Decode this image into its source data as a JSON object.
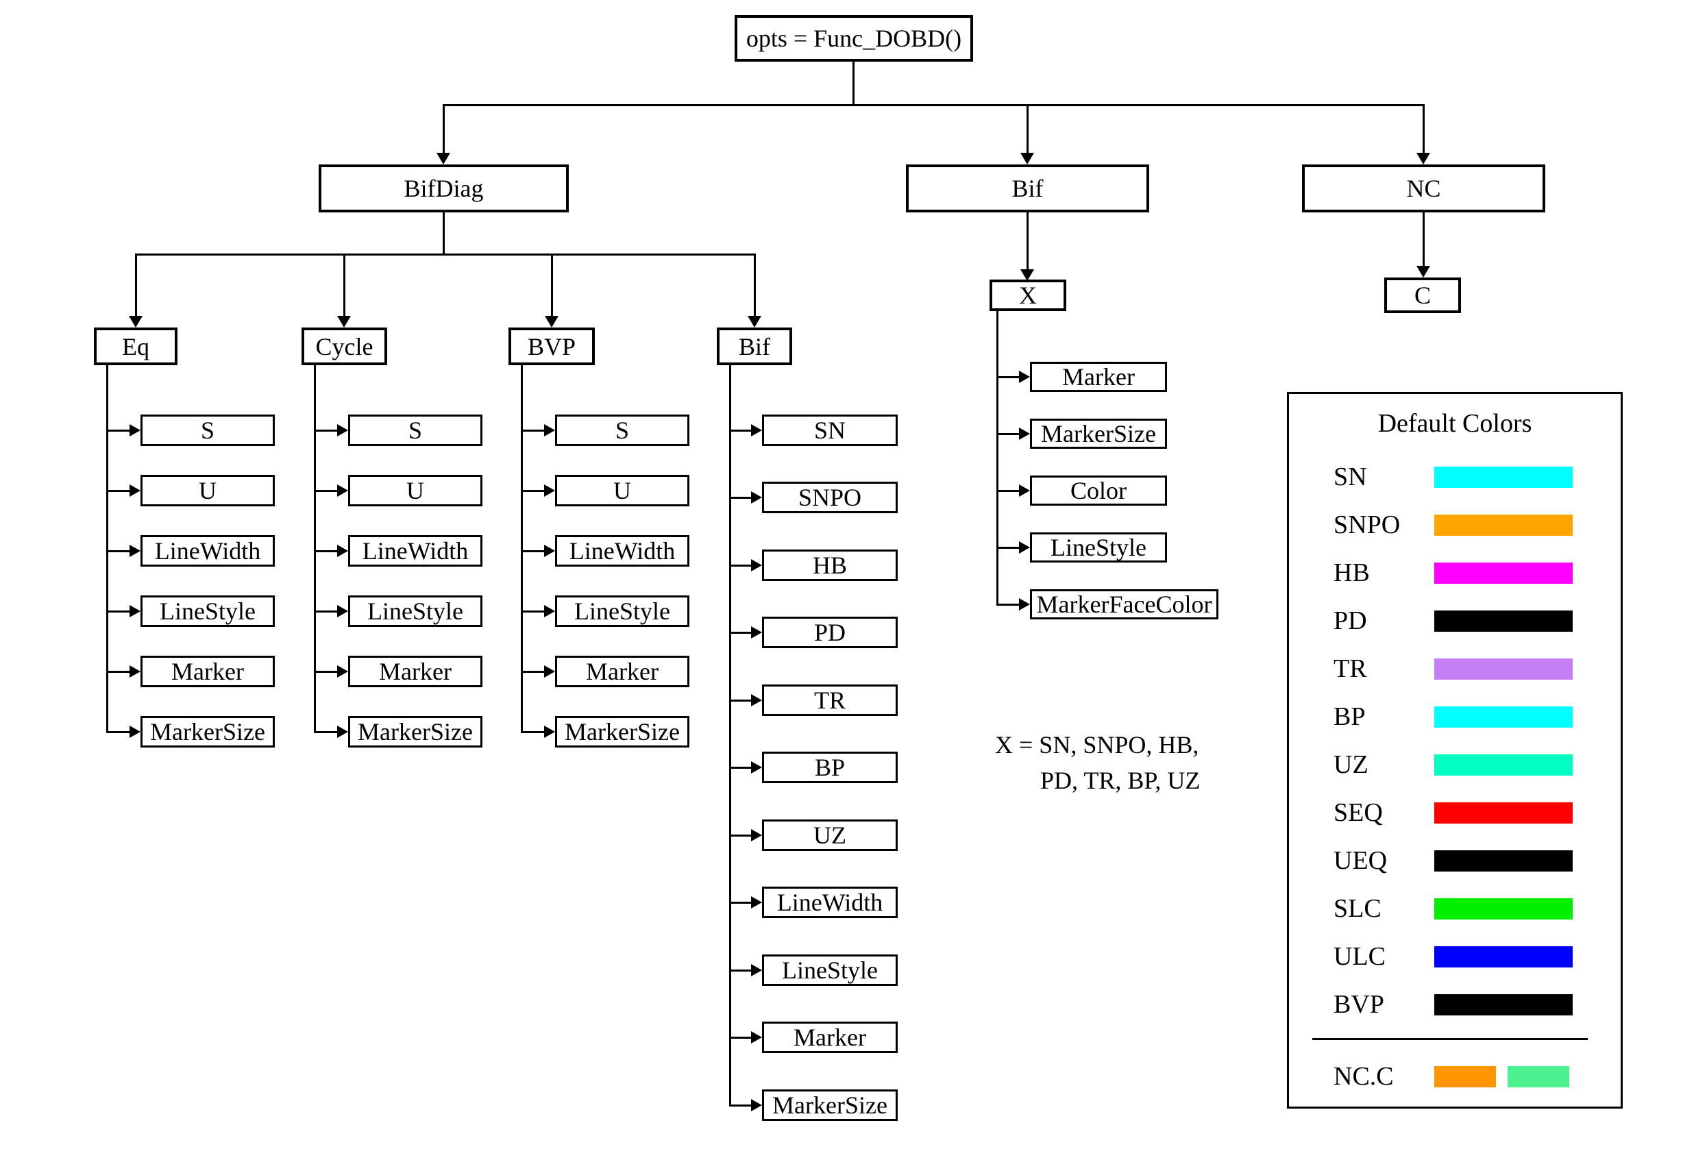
{
  "root_label": "opts = Func_DOBD()",
  "tree": {
    "level2": [
      {
        "label": "BifDiag"
      },
      {
        "label": "Bif"
      },
      {
        "label": "NC"
      }
    ],
    "columns": [
      {
        "header": "Eq",
        "items": [
          "S",
          "U",
          "LineWidth",
          "LineStyle",
          "Marker",
          "MarkerSize"
        ]
      },
      {
        "header": "Cycle",
        "items": [
          "S",
          "U",
          "LineWidth",
          "LineStyle",
          "Marker",
          "MarkerSize"
        ]
      },
      {
        "header": "BVP",
        "items": [
          "S",
          "U",
          "LineWidth",
          "LineStyle",
          "Marker",
          "MarkerSize"
        ]
      },
      {
        "header": "Bif",
        "items": [
          "SN",
          "SNPO",
          "HB",
          "PD",
          "TR",
          "BP",
          "UZ",
          "LineWidth",
          "LineStyle",
          "Marker",
          "MarkerSize"
        ]
      }
    ],
    "x_branch": {
      "header": "X",
      "items": [
        "Marker",
        "MarkerSize",
        "Color",
        "LineStyle",
        "MarkerFaceColor"
      ]
    },
    "nc_branch": {
      "header": "C"
    },
    "note": {
      "line1": "X = SN, SNPO, HB,",
      "line2": "PD, TR, BP, UZ"
    }
  },
  "legend": {
    "title": "Default Colors",
    "rows": [
      {
        "label": "SN",
        "color": "#00FFFF"
      },
      {
        "label": "SNPO",
        "color": "#FFA500"
      },
      {
        "label": "HB",
        "color": "#FF00FF"
      },
      {
        "label": "PD",
        "color": "#000000"
      },
      {
        "label": "TR",
        "color": "#C680F5"
      },
      {
        "label": "BP",
        "color": "#00FFFF"
      },
      {
        "label": "UZ",
        "color": "#00FFC0"
      },
      {
        "label": "SEQ",
        "color": "#FF0000"
      },
      {
        "label": "UEQ",
        "color": "#000000"
      },
      {
        "label": "SLC",
        "color": "#00F000"
      },
      {
        "label": "ULC",
        "color": "#0000FF"
      },
      {
        "label": "BVP",
        "color": "#000000"
      }
    ],
    "nc_row": {
      "label": "NC.C",
      "colors": [
        "#FF9500",
        "#4DF18F"
      ]
    }
  }
}
